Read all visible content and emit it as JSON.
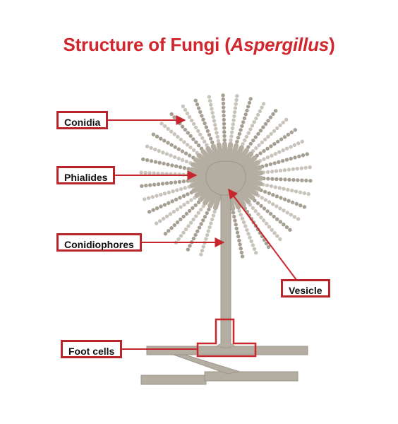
{
  "title": {
    "main": "Structure of Fungi (",
    "italic": "Aspergillus",
    "close": ")"
  },
  "labels": {
    "conidia": "Conidia",
    "phialides": "Phialides",
    "conidiophores": "Conidiophores",
    "vesicle": "Vesicle",
    "foot_cells": "Foot cells"
  },
  "colors": {
    "title": "#d0262d",
    "label_border": "#b8262c",
    "arrow": "#c8262d",
    "structure": "#b4ada1",
    "structure_edge": "#9d978c",
    "conidia_dark": "#a59e92",
    "conidia_light": "#c9c4bb"
  }
}
